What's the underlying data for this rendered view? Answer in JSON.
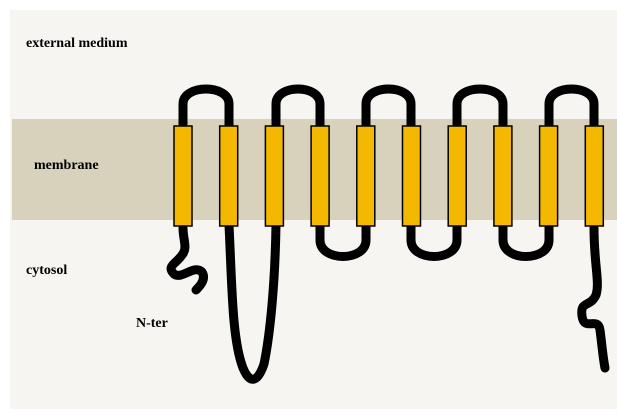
{
  "labels": {
    "external_medium": "external medium",
    "membrane": "membrane",
    "cytosol": "cytosol",
    "n_terminus": "N-ter"
  },
  "transmembrane_helix_count": 10,
  "colors": {
    "background": "#f7f5f1",
    "membrane": "#d8d2bc",
    "helix_fill": "#f5b800",
    "helix_stroke": "#000000",
    "chain": "#000000"
  }
}
